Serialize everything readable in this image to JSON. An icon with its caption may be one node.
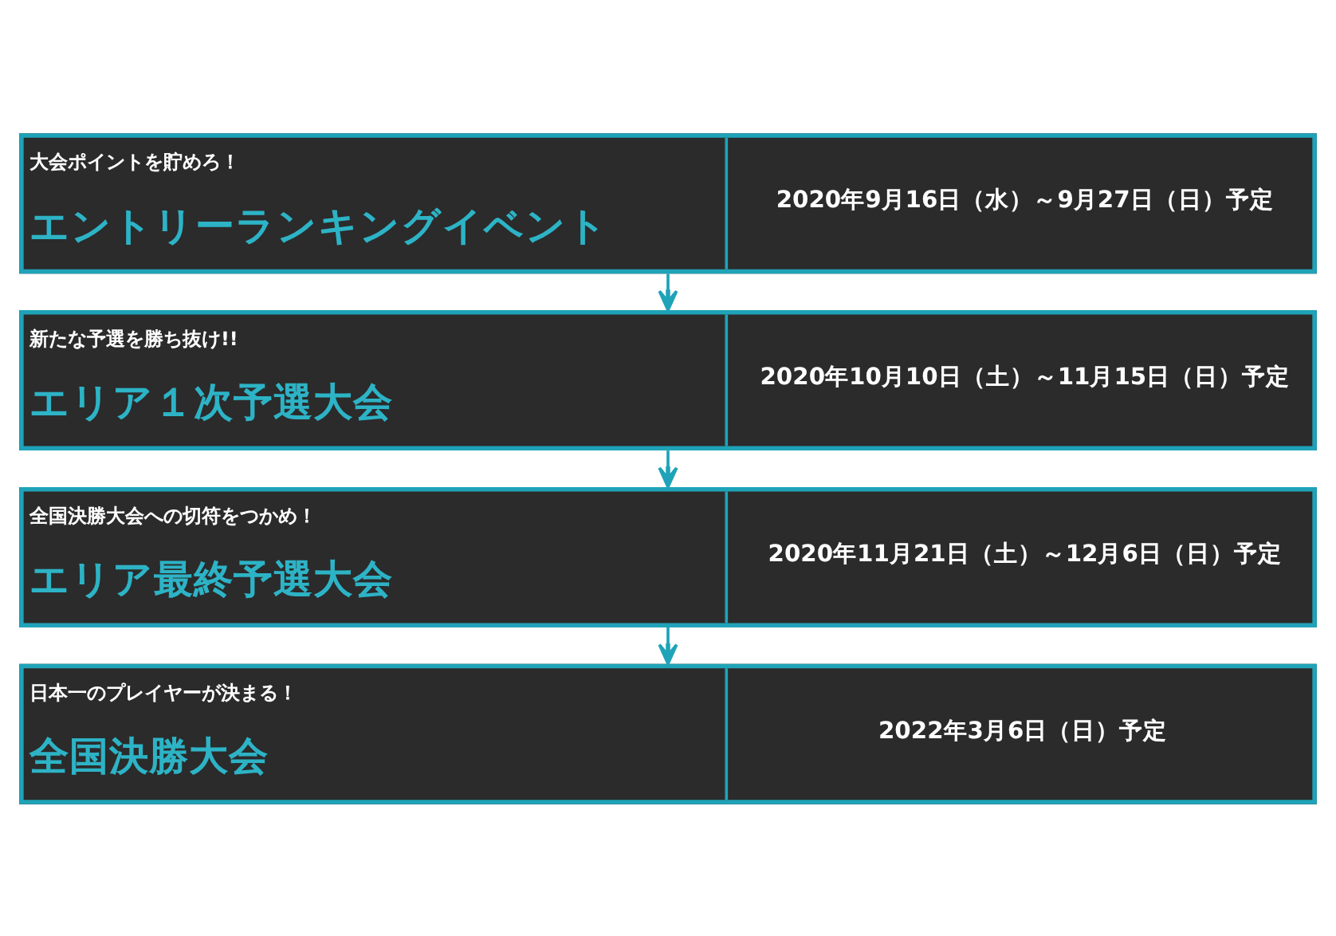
{
  "diagram": {
    "nodes": [
      {
        "text": [
          "大会ポイントを貯めろ！",
          "エントリーランキングイベント",
          "2020年9月16日（水）～9月27日（日）予定"
        ]
      },
      {
        "text": [
          "新たな予選を勝ち抜け!!",
          "エリア１次予選大会",
          "2020年10月10日（土）～11月15日（日）予定"
        ]
      },
      {
        "text": [
          "全国決勝大会への切符をつかめ！",
          "エリア最終予選大会",
          "2020年11月21日（土）～12月6日（日）予定"
        ]
      },
      {
        "text": [
          "日本一のプレイヤーが決まる！",
          "全国決勝大会",
          "2022年3月6日（日）予定"
        ]
      }
    ],
    "edges": [
      {
        "from": 0,
        "to": 1,
        "arrow": "to"
      },
      {
        "from": 1,
        "to": 2,
        "arrow": "to"
      },
      {
        "from": 2,
        "to": 3,
        "arrow": "to"
      }
    ]
  }
}
